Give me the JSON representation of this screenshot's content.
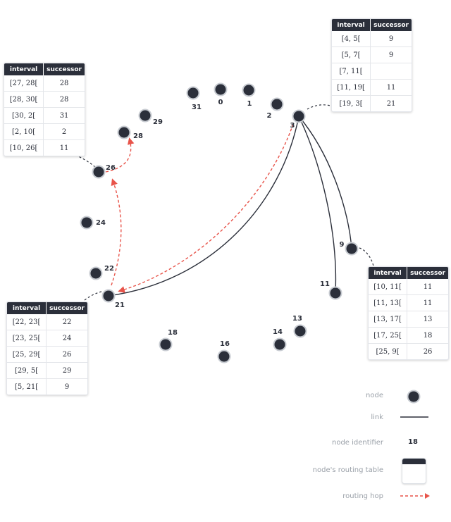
{
  "nodes": [
    {
      "id": "0",
      "label": "0"
    },
    {
      "id": "1",
      "label": "1"
    },
    {
      "id": "2",
      "label": "2"
    },
    {
      "id": "3",
      "label": "3"
    },
    {
      "id": "9",
      "label": "9"
    },
    {
      "id": "11",
      "label": "11"
    },
    {
      "id": "13",
      "label": "13"
    },
    {
      "id": "14",
      "label": "14"
    },
    {
      "id": "16",
      "label": "16"
    },
    {
      "id": "18",
      "label": "18"
    },
    {
      "id": "21",
      "label": "21"
    },
    {
      "id": "22",
      "label": "22"
    },
    {
      "id": "24",
      "label": "24"
    },
    {
      "id": "26",
      "label": "26"
    },
    {
      "id": "28",
      "label": "28"
    },
    {
      "id": "29",
      "label": "29"
    },
    {
      "id": "31",
      "label": "31"
    }
  ],
  "links": [
    {
      "from": "3",
      "to": "21"
    },
    {
      "from": "3",
      "to": "9"
    },
    {
      "from": "3",
      "to": "11"
    }
  ],
  "routing_hops": [
    {
      "from": "3",
      "to": "21"
    },
    {
      "from": "21",
      "to": "26"
    },
    {
      "from": "26",
      "to": "28"
    }
  ],
  "routing_tables": [
    {
      "node": "26",
      "header": {
        "interval": "interval",
        "successor": "successor"
      },
      "rows": [
        [
          "[27, 28[",
          "28"
        ],
        [
          "[28, 30[",
          "28"
        ],
        [
          "[30, 2[",
          "31"
        ],
        [
          "[2, 10[",
          "2"
        ],
        [
          "[10, 26[",
          "11"
        ]
      ]
    },
    {
      "node": "3",
      "header": {
        "interval": "interval",
        "successor": "successor"
      },
      "rows": [
        [
          "[4, 5[",
          "9"
        ],
        [
          "[5, 7[",
          "9"
        ],
        [
          "[7, 11[",
          ""
        ],
        [
          "[11, 19[",
          "11"
        ],
        [
          "[19, 3[",
          "21"
        ]
      ]
    },
    {
      "node": "9",
      "header": {
        "interval": "interval",
        "successor": "successor"
      },
      "rows": [
        [
          "[10, 11[",
          "11"
        ],
        [
          "[11, 13[",
          "11"
        ],
        [
          "[13, 17[",
          "13"
        ],
        [
          "[17, 25[",
          "18"
        ],
        [
          "[25, 9[",
          "26"
        ]
      ]
    },
    {
      "node": "21",
      "header": {
        "interval": "interval",
        "successor": "successor"
      },
      "rows": [
        [
          "[22, 23[",
          "22"
        ],
        [
          "[23, 25[",
          "24"
        ],
        [
          "[25, 29[",
          "26"
        ],
        [
          "[29, 5[",
          "29"
        ],
        [
          "[5, 21[",
          "9"
        ]
      ]
    }
  ],
  "legend": {
    "node": "node",
    "link": "link",
    "node_identifier": "node identifier",
    "node_identifier_example": "18",
    "routing_table": "node's routing table",
    "routing_hop": "routing hop"
  },
  "colors": {
    "node_fill": "#2b2f3a",
    "node_stroke": "#c8ccd2",
    "link": "#2b2f3a",
    "hop": "#e8544a",
    "table_header": "#2b2f3a",
    "legend_text": "#9aa0a8"
  }
}
